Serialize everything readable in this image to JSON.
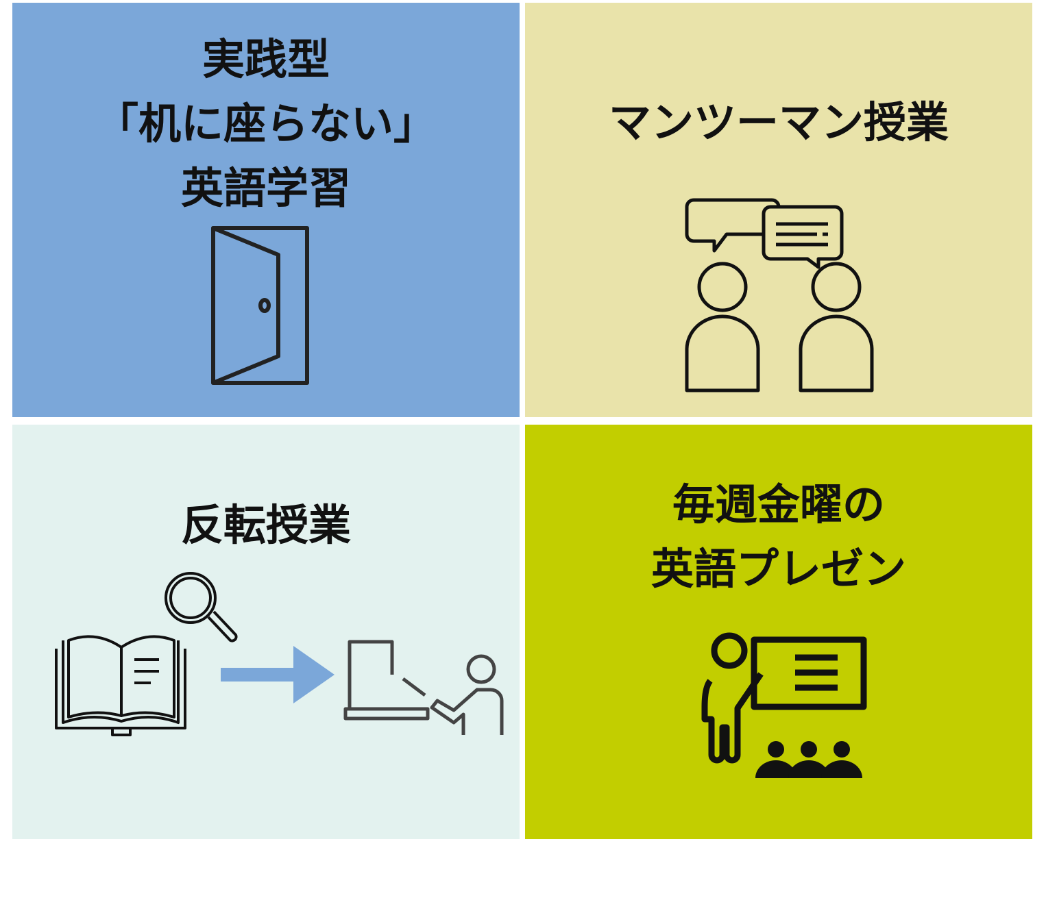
{
  "panels": [
    {
      "lines": [
        "実践型",
        "「机に座らない」",
        "英語学習"
      ],
      "icon": "door-icon",
      "color": "#7BA7D9"
    },
    {
      "lines": [
        "マンツーマン授業"
      ],
      "icon": "conversation-icon",
      "color": "#E9E3AA"
    },
    {
      "lines": [
        "反転授業"
      ],
      "icon": "flipped-classroom-icon",
      "color": "#E3F2EF"
    },
    {
      "lines": [
        "毎週金曜の",
        "英語プレゼン"
      ],
      "icon": "presentation-icon",
      "color": "#C2CE00"
    }
  ],
  "arrow_color": "#7BA7D9"
}
